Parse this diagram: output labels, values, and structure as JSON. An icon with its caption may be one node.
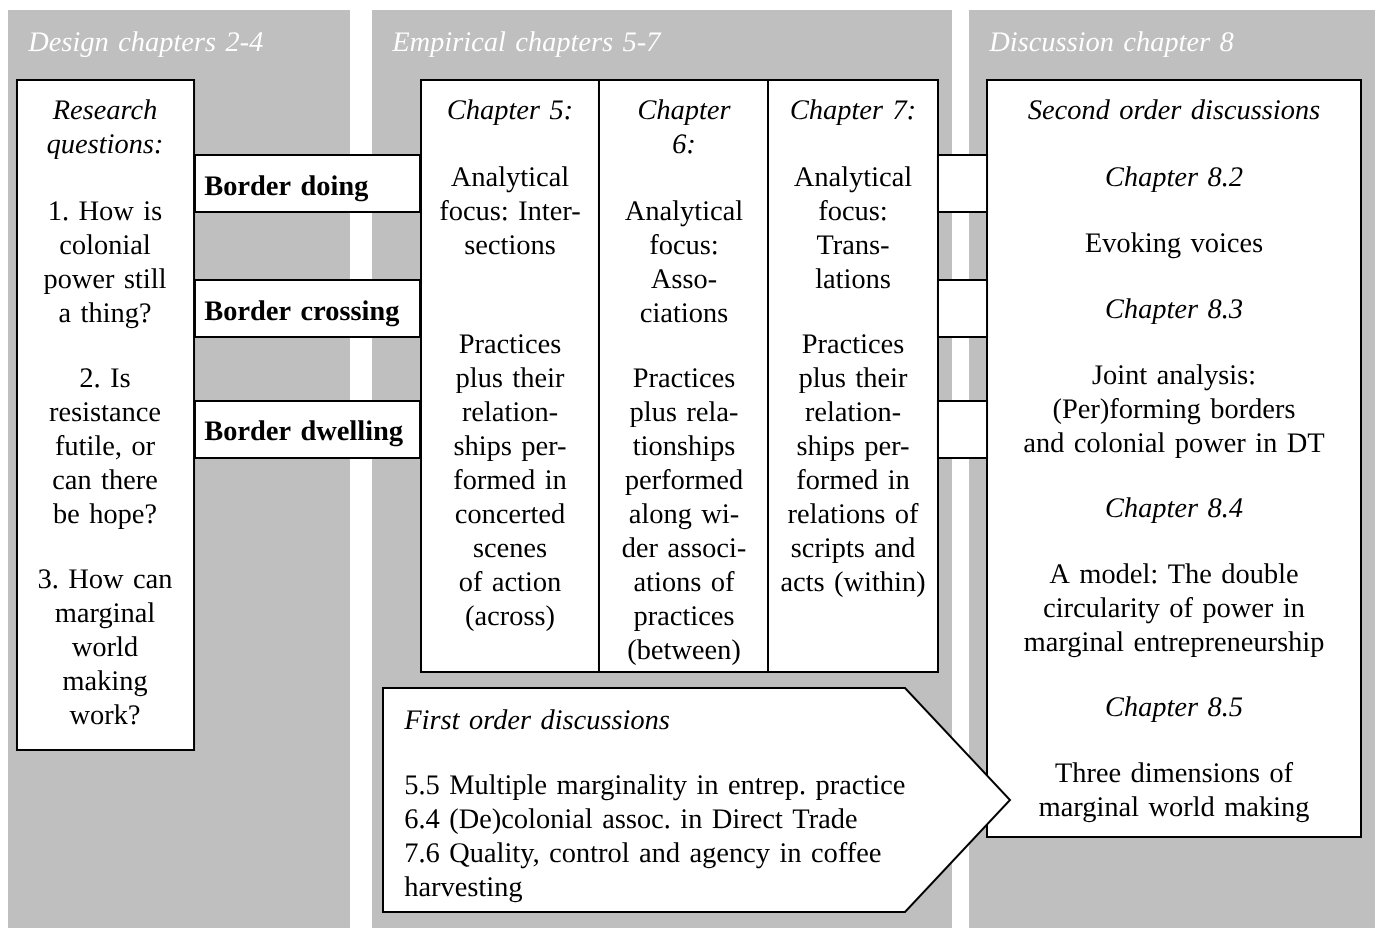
{
  "diagram": {
    "nodes": [
      {
        "text": [
          "Design chapters 2-4"
        ]
      },
      {
        "text": [
          "Empirical chapters 5-7"
        ]
      },
      {
        "text": [
          "Discussion chapter 8"
        ]
      },
      {
        "text": [
          "Research questions:",
          "1. How is colonial power still a thing?",
          "2. Is resistance futile, or can there be hope?",
          "3. How can marginal world making work?"
        ],
        "in": 0
      },
      {
        "text": [
          "Border doing"
        ]
      },
      {
        "text": [
          "Border crossing"
        ]
      },
      {
        "text": [
          "Border dwelling"
        ]
      },
      {
        "text": [
          "Chapter 5:",
          "Analytical focus: Inter- sections",
          "Practices plus their relation- ships per- formed in concerted scenes of action (across)"
        ],
        "in": 1
      },
      {
        "text": [
          "Chapter 6:",
          "Analytical focus: Asso- ciations",
          "Practices plus rela- tionships performed along wi- der associ- ations of practices (between)"
        ],
        "in": 1
      },
      {
        "text": [
          "Chapter 7:",
          "Analytical focus: Trans- lations",
          "Practices plus their relation- ships per- formed in relations of scripts and acts (within)"
        ],
        "in": 1
      },
      {
        "text": [
          "First order discussions",
          "5.5 Multiple marginality in entrep. practice",
          "6.4 (De)colonial assoc. in Direct Trade",
          "7.6 Quality, control and agency in coffee harvesting"
        ]
      },
      {
        "text": [
          "Second order discussions",
          "Chapter 8.2",
          "Evoking voices",
          "Chapter 8.3",
          "Joint analysis: (Per)forming borders and colonial power in DT",
          "Chapter 8.4",
          "A model: The double circularity of power in marginal entrepreneurship",
          "Chapter 8.5",
          "Three dimensions of marginal world making"
        ],
        "in": 2
      },
      {
        "text": [],
        "shape": "box"
      },
      {
        "text": [],
        "shape": "box"
      },
      {
        "text": [],
        "shape": "box"
      }
    ]
  }
}
